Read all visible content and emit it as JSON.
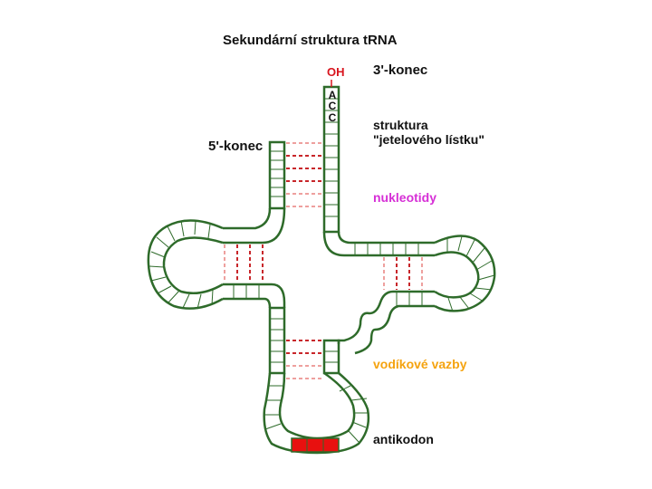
{
  "title": "Sekundární struktura tRNA",
  "labels": {
    "three_prime_end": "3'-konec",
    "five_prime_end": "5'-konec",
    "cloverleaf_line1": "struktura",
    "cloverleaf_line2": "\"jetelového lístku\"",
    "nucleotides": "nukleotidy",
    "hydrogen_bonds": "vodíkové vazby",
    "anticodon": "antikodon",
    "hydroxyl": "OH"
  },
  "acceptor_bases": [
    "A",
    "C",
    "C"
  ],
  "colors": {
    "strand": "#2e6b2a",
    "hydrogen_bond": "#c8262a",
    "hydrogen_bond_light": "#e8807e",
    "nucleotides_label": "#d62fd6",
    "hydrogen_bonds_label": "#f5a30f",
    "anticodon": "#e8100f",
    "hydroxyl": "#d8141d"
  }
}
